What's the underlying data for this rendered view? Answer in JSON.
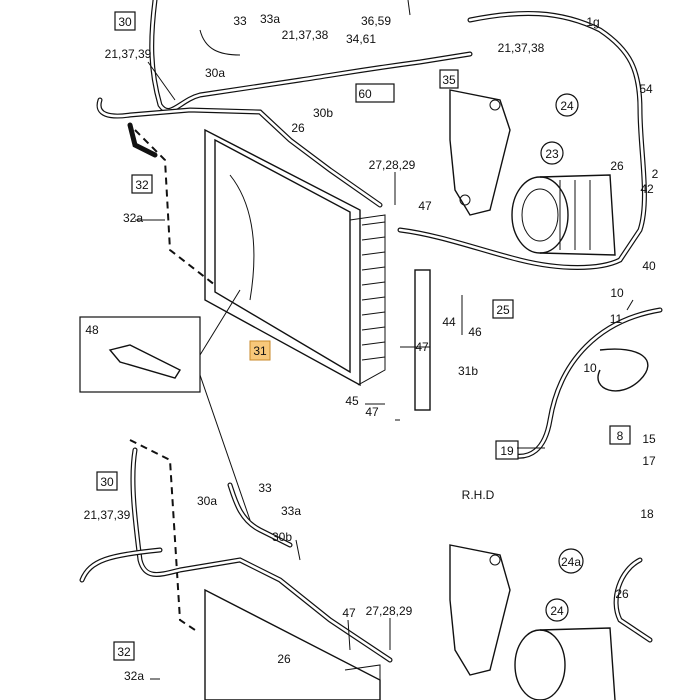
{
  "labels": {
    "p30_top": "30",
    "p33_top": "33",
    "p33a_top": "33a",
    "p30a_top": "30a",
    "p213739_top": "21,37,39",
    "p213738_mid": "21,37,38",
    "p3659": "36,59",
    "p3461": "34,61",
    "p1g": "1g",
    "p213738_right": "21,37,38",
    "p35": "35",
    "p60": "60",
    "p30b_top": "30b",
    "p26_top": "26",
    "p24_top": "24",
    "p54": "54",
    "p32_top": "32",
    "p272829_top": "27,28,29",
    "p23": "23",
    "p26_right": "26",
    "p2_right": "2",
    "p42": "42",
    "p47_top": "47",
    "p32a_top": "32a",
    "p40": "40",
    "p10_top": "10",
    "p44": "44",
    "p46": "46",
    "p25": "25",
    "p11": "11",
    "p48": "48",
    "p31": "31",
    "p47_mid": "47",
    "p10_mid": "10",
    "p31b": "31b",
    "p45": "45",
    "p47_low": "47",
    "p8": "8",
    "p19": "19",
    "p15": "15",
    "p17": "17",
    "prhd": "R.H.D",
    "p30_bottom": "30",
    "p33_bottom": "33",
    "p30a_bottom": "30a",
    "p33a_bottom": "33a",
    "p213739_bottom": "21,37,39",
    "p30b_bottom": "30b",
    "p18": "18",
    "p24a": "24a",
    "p24_bottom": "24",
    "p26_bottom_right": "26",
    "p32_bottom": "32",
    "p47_bottom": "47",
    "p272829_bottom": "27,28,29",
    "p26_bottom": "26",
    "p32a_bottom": "32a"
  },
  "highlight_color": "#f8c87a"
}
